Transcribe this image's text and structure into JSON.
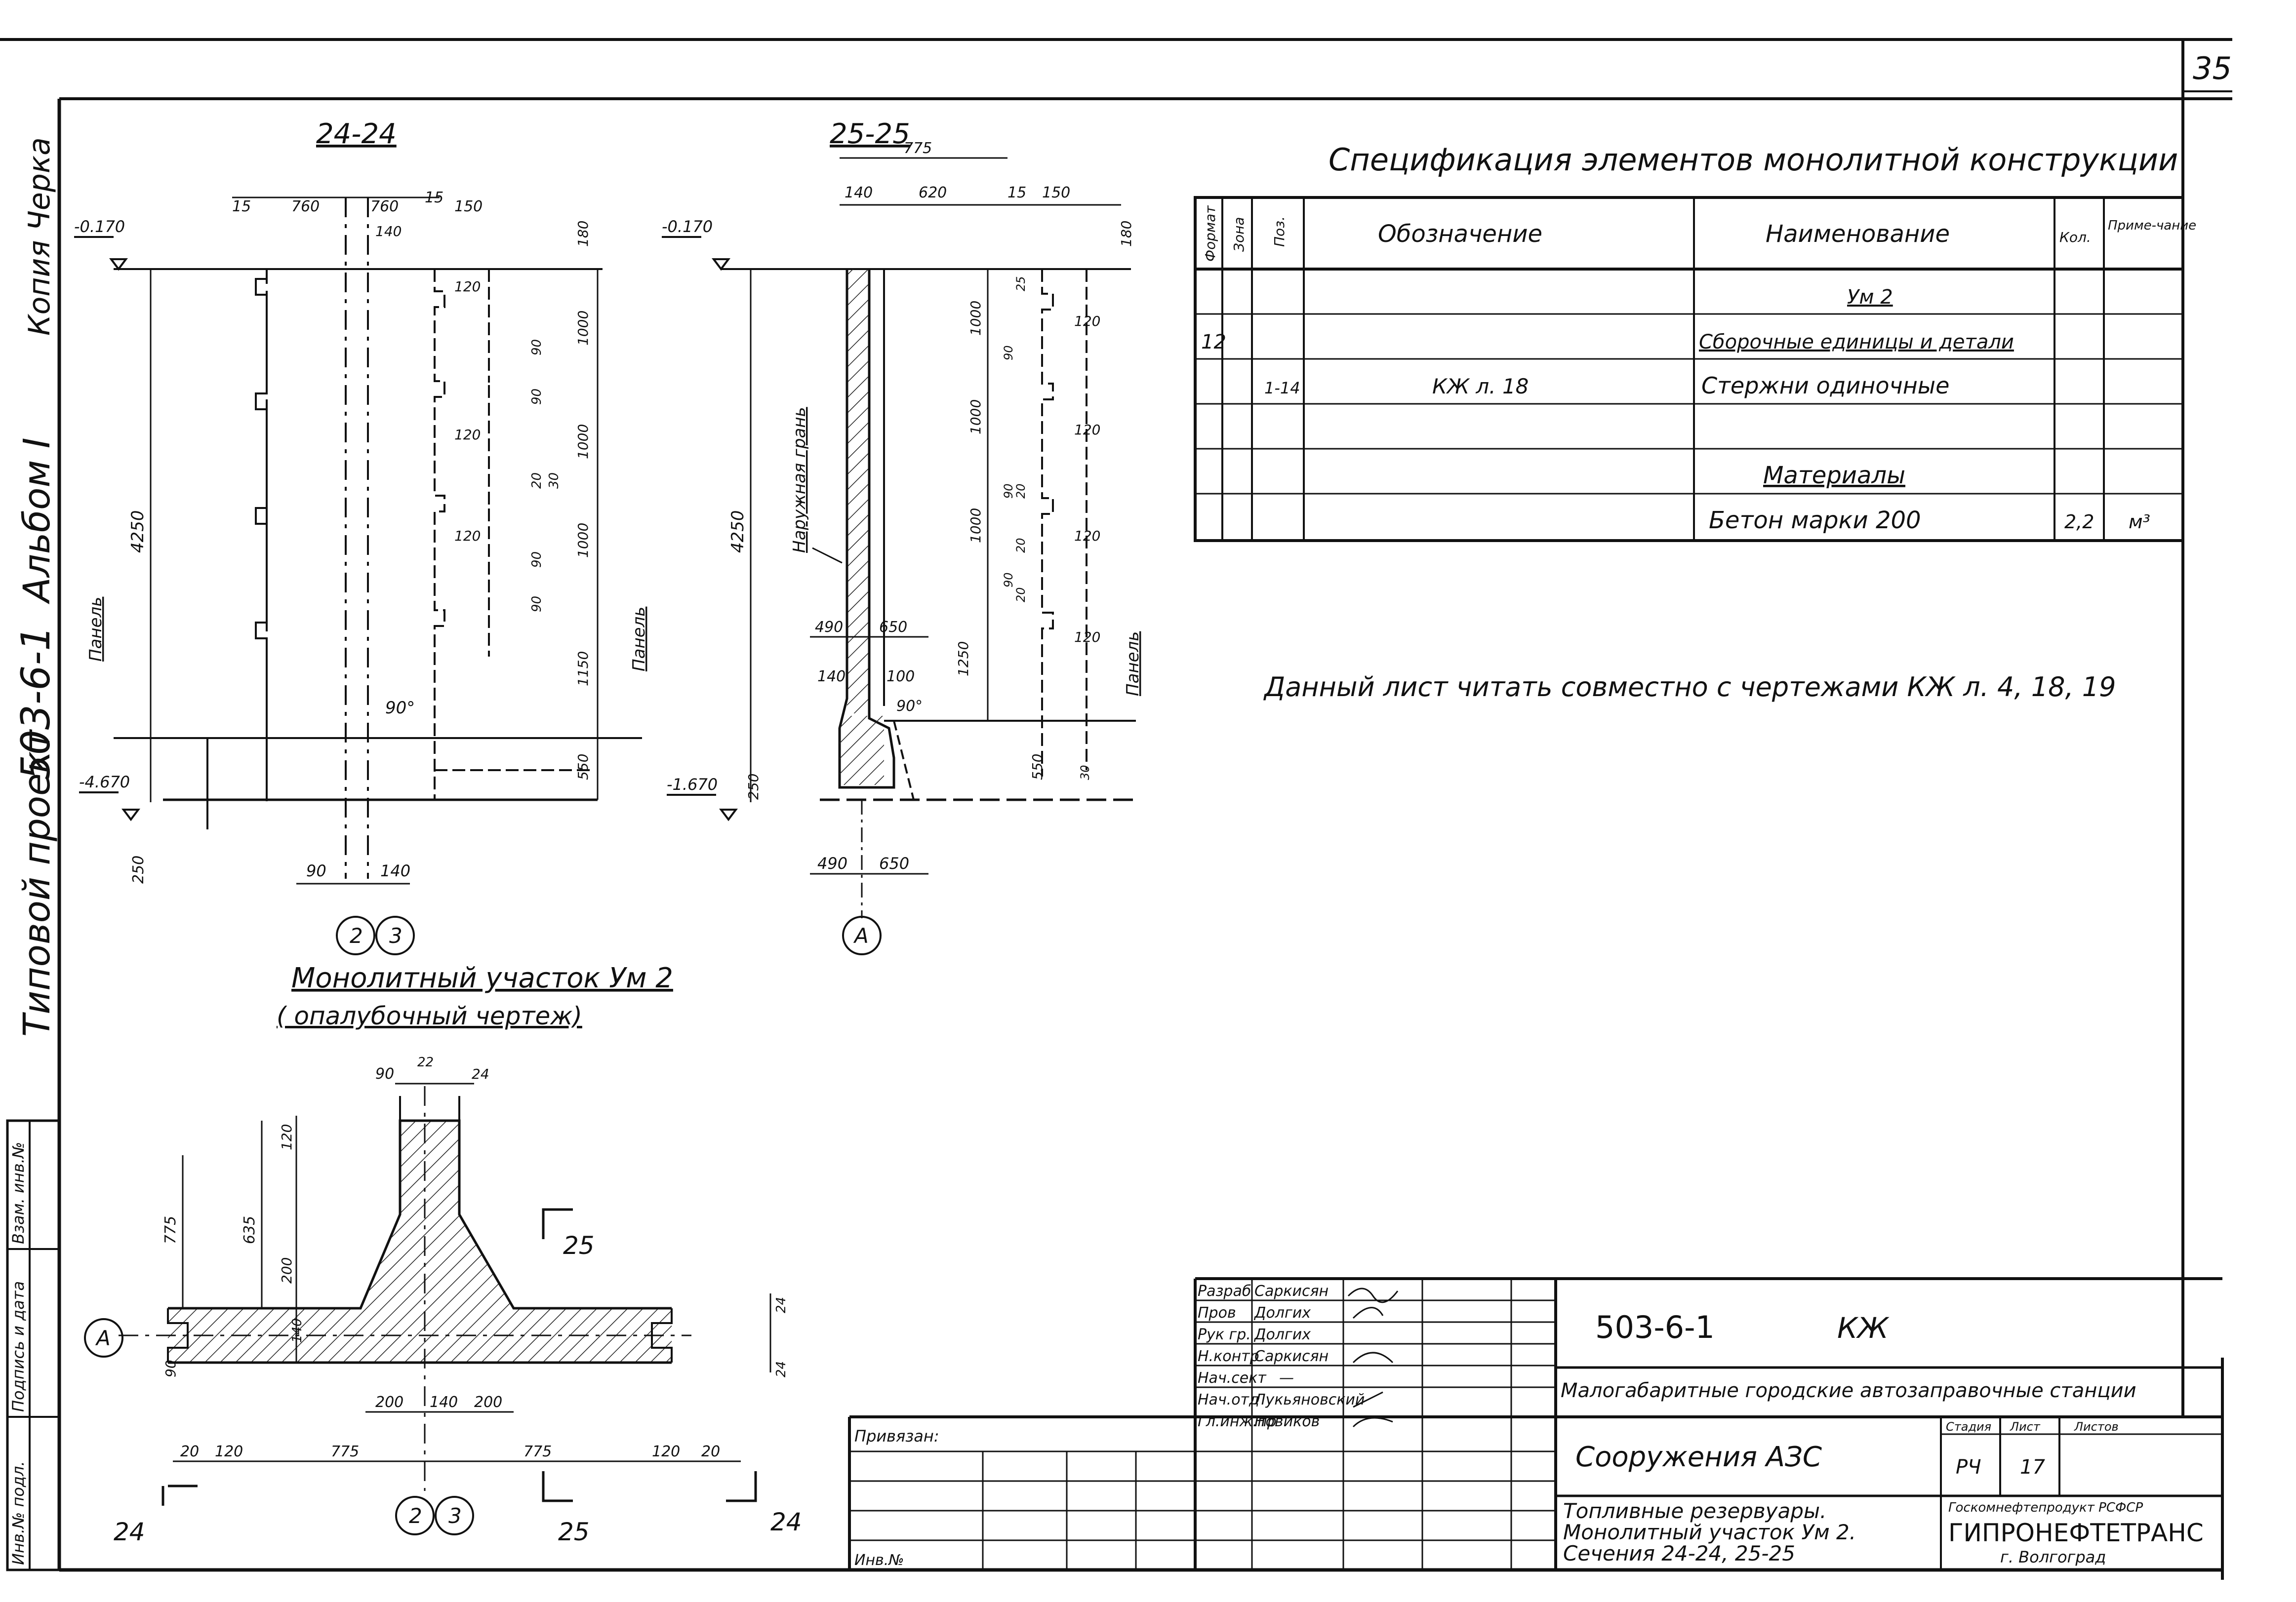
{
  "sheet": {
    "page_number": "35",
    "copied_by": "Копия Черка",
    "side_stamp": {
      "project": "Типовой проект",
      "code": "503-6-1",
      "album": "Альбом I"
    },
    "left_columns": [
      "Инв.№ подл.",
      "Подпись и дата",
      "Взам. инв.№"
    ]
  },
  "section_24": {
    "title": "24-24",
    "top_dims": [
      "15",
      "760",
      "760",
      "15",
      "150"
    ],
    "sub_dims": [
      "140"
    ],
    "level_top": "-0.170",
    "level_bottom": "-4.670",
    "height_total": "4250",
    "panel_label": "Панель",
    "panel_label_right": "Панель",
    "vertical_dims": [
      "180",
      "1000",
      "1000",
      "1000",
      "1150",
      "550"
    ],
    "small_dims": [
      "120",
      "120",
      "120",
      "90",
      "90",
      "90",
      "20",
      "30",
      "90"
    ],
    "bottom_dims": [
      "90",
      "140"
    ],
    "angle": "90°",
    "depth": "250",
    "axes": [
      "2",
      "3"
    ]
  },
  "section_25": {
    "title": "25-25",
    "top_dims": [
      "775",
      "140",
      "620",
      "15",
      "150"
    ],
    "level_top": "-0.170",
    "level_bottom": "-1.670",
    "height_total": "4250",
    "face_label": "Наружная грань",
    "panel_label": "Панель",
    "vertical_dims": [
      "180",
      "1000",
      "1000",
      "1000",
      "1250",
      "550",
      "250"
    ],
    "small_dims": [
      "120",
      "120",
      "120",
      "120",
      "90",
      "90",
      "90",
      "20",
      "20",
      "25",
      "20",
      "30"
    ],
    "base_dims": [
      "490",
      "650",
      "140",
      "100"
    ],
    "angle": "90°",
    "bottom_dims": [
      "490",
      "650"
    ],
    "axis": "А"
  },
  "plan": {
    "title": "Монолитный участок Ум 2",
    "subtitle": "( опалубочный чертеж)",
    "top_dims": [
      "90",
      "22",
      "24"
    ],
    "vertical_dims": [
      "120",
      "775",
      "635",
      "200",
      "140",
      "90"
    ],
    "center_dims": [
      "200",
      "140",
      "200"
    ],
    "bottom_dims": [
      "20",
      "120",
      "775",
      "775",
      "120",
      "20"
    ],
    "right_dims": [
      "24",
      "24"
    ],
    "cut_marks": [
      "24",
      "25",
      "25",
      "24"
    ],
    "axes": [
      "А",
      "2",
      "3"
    ]
  },
  "spec": {
    "title": "Спецификация элементов монолитной конструкции",
    "headers": [
      "Формат",
      "Зона",
      "Поз.",
      "Обозначение",
      "Наименование",
      "Кол.",
      "Приме-чание"
    ],
    "rows": [
      {
        "format": "",
        "pos": "",
        "designation": "",
        "name": "Ум 2",
        "qty": "",
        "note": ""
      },
      {
        "format": "12",
        "pos": "",
        "designation": "",
        "name": "Сборочные единицы и детали",
        "qty": "",
        "note": ""
      },
      {
        "format": "",
        "pos": "1-14",
        "designation": "КЖ л. 18",
        "name": "Стержни одиночные",
        "qty": "",
        "note": ""
      },
      {
        "format": "",
        "pos": "",
        "designation": "",
        "name": "",
        "qty": "",
        "note": ""
      },
      {
        "format": "",
        "pos": "",
        "designation": "",
        "name": "Материалы",
        "qty": "",
        "note": ""
      },
      {
        "format": "",
        "pos": "",
        "designation": "",
        "name": "Бетон марки 200",
        "qty": "2,2",
        "note": "м³"
      }
    ]
  },
  "note": "Данный лист читать совместно с чертежами КЖ л. 4, 18, 19",
  "title_block": {
    "roles": [
      {
        "role": "Разраб",
        "name": "Саркисян"
      },
      {
        "role": "Пров",
        "name": "Долгих"
      },
      {
        "role": "Рук гр.",
        "name": "Долгих"
      },
      {
        "role": "Н.контр",
        "name": "Саркисян"
      },
      {
        "role": "Нач.сект",
        "name": "—"
      },
      {
        "role": "Нач.отд",
        "name": "Лукьяновский"
      },
      {
        "role": "Гл.инж.пр",
        "name": "Новиков"
      }
    ],
    "bound": "Привязан:",
    "inv_no": "Инв.№",
    "code": "503-6-1",
    "mark": "КЖ",
    "project_name": "Малогабаритные городские автозаправочные станции",
    "object": "Сооружения АЗС",
    "stage_label": "Стадия",
    "sheet_label": "Лист",
    "sheets_label": "Листов",
    "stage": "РЧ",
    "sheet": "17",
    "drawing_title_lines": [
      "Топливные резервуары.",
      "Монолитный участок Ум 2.",
      "Сечения 24-24, 25-25"
    ],
    "org_top": "Госкомнефтепродукт РСФСР",
    "org": "ГИПРОНЕФТЕТРАНС",
    "city": "г. Волгоград"
  }
}
